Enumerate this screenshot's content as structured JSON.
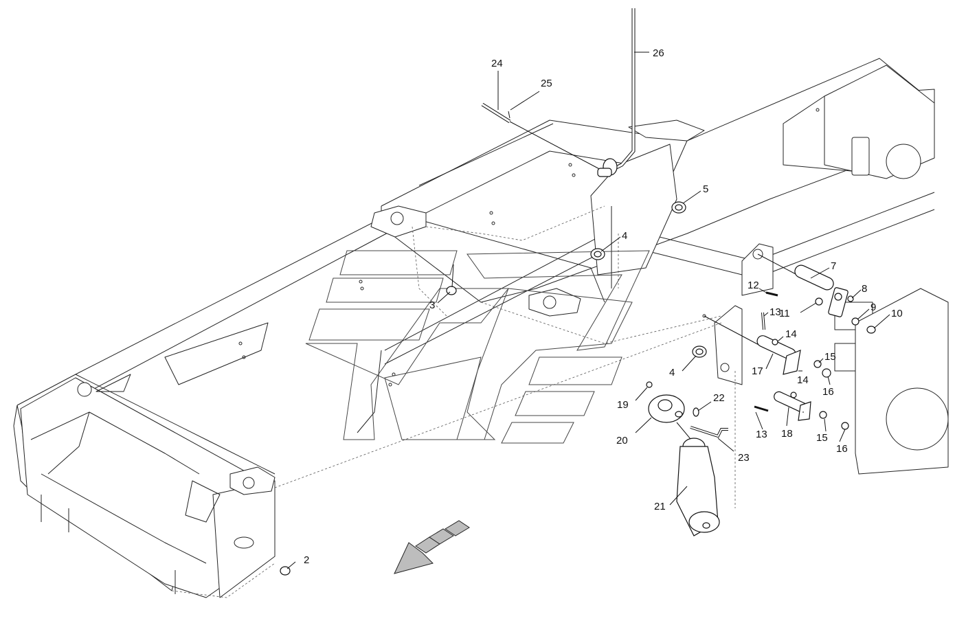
{
  "callouts": [
    {
      "id": "c2",
      "label": "2"
    },
    {
      "id": "c3",
      "label": "3"
    },
    {
      "id": "c4a",
      "label": "4"
    },
    {
      "id": "c4b",
      "label": "4"
    },
    {
      "id": "c5",
      "label": "5"
    },
    {
      "id": "c7",
      "label": "7"
    },
    {
      "id": "c8",
      "label": "8"
    },
    {
      "id": "c9",
      "label": "9"
    },
    {
      "id": "c10",
      "label": "10"
    },
    {
      "id": "c11",
      "label": "11"
    },
    {
      "id": "c12",
      "label": "12"
    },
    {
      "id": "c13a",
      "label": "13"
    },
    {
      "id": "c13b",
      "label": "13"
    },
    {
      "id": "c14a",
      "label": "14"
    },
    {
      "id": "c14b",
      "label": "14"
    },
    {
      "id": "c15a",
      "label": "15"
    },
    {
      "id": "c15b",
      "label": "15"
    },
    {
      "id": "c16a",
      "label": "16"
    },
    {
      "id": "c16b",
      "label": "16"
    },
    {
      "id": "c17",
      "label": "17"
    },
    {
      "id": "c18",
      "label": "18"
    },
    {
      "id": "c19",
      "label": "19"
    },
    {
      "id": "c20",
      "label": "20"
    },
    {
      "id": "c21",
      "label": "21"
    },
    {
      "id": "c22",
      "label": "22"
    },
    {
      "id": "c23",
      "label": "23"
    },
    {
      "id": "c24",
      "label": "24"
    },
    {
      "id": "c25",
      "label": "25"
    },
    {
      "id": "c26",
      "label": "26"
    }
  ]
}
